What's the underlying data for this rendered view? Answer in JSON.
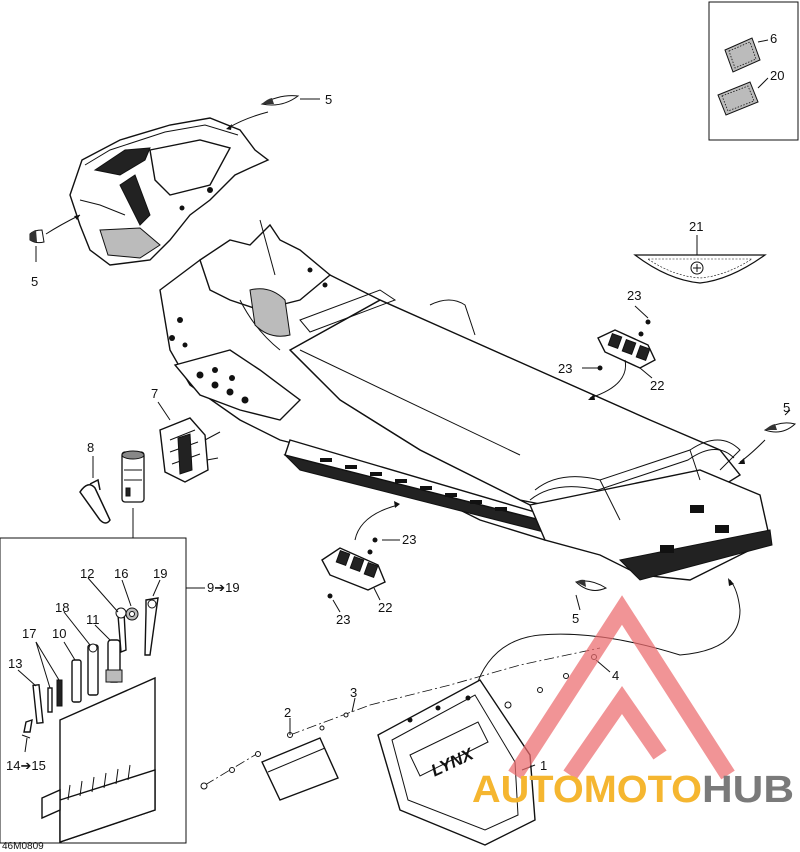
{
  "diagram_code": "46M0809",
  "callouts": {
    "c1": "1",
    "c2": "2",
    "c3": "3",
    "c4": "4",
    "c5a": "5",
    "c5b": "5",
    "c5c": "5",
    "c5d": "5",
    "c6": "6",
    "c7": "7",
    "c8": "8",
    "c9to19": "9➔19",
    "c10": "10",
    "c11": "11",
    "c12": "12",
    "c13": "13",
    "c14to15": "14➔15",
    "c16": "16",
    "c17": "17",
    "c18": "18",
    "c19": "19",
    "c20": "20",
    "c21": "21",
    "c22a": "22",
    "c22b": "22",
    "c23a": "23",
    "c23b": "23",
    "c23c": "23",
    "c23d": "23"
  },
  "mudflap_logo": "LYNX",
  "watermark": {
    "word_a": "AUTOMOTO",
    "word_b": "HUB"
  }
}
